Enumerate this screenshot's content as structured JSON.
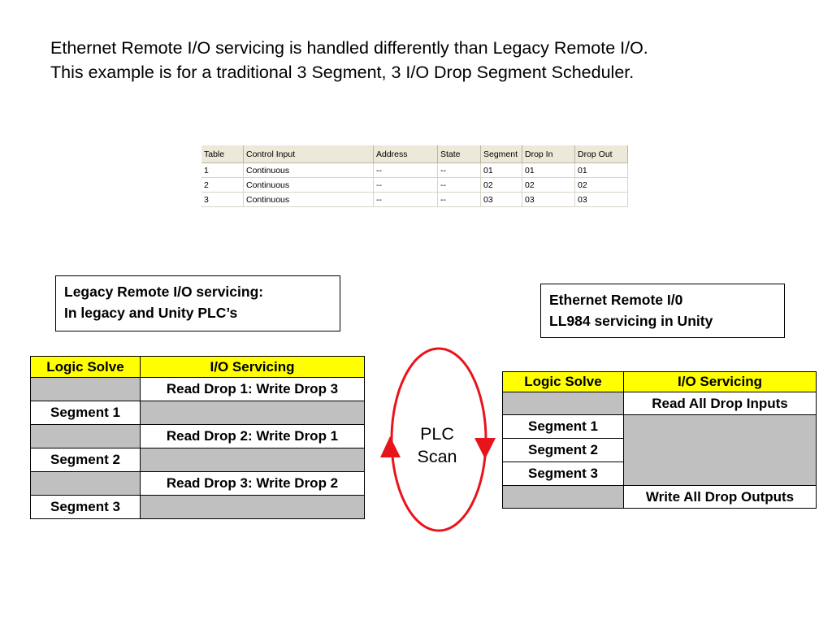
{
  "intro": {
    "line1": "Ethernet Remote I/O servicing is handled differently than Legacy Remote I/O.",
    "line2": "This example is for a traditional 3 Segment, 3 I/O Drop Segment Scheduler."
  },
  "scheduler": {
    "headers": [
      "Table",
      "Control Input",
      "Address",
      "State",
      "Segment",
      "Drop In",
      "Drop Out"
    ],
    "rows": [
      [
        "1",
        "Continuous",
        "--",
        "--",
        "01",
        "01",
        "01"
      ],
      [
        "2",
        "Continuous",
        "--",
        "--",
        "02",
        "02",
        "02"
      ],
      [
        "3",
        "Continuous",
        "--",
        "--",
        "03",
        "03",
        "03"
      ]
    ]
  },
  "legacy_box": {
    "line1": "Legacy Remote I/O servicing:",
    "line2": "In legacy and Unity PLC’s"
  },
  "ethernet_box": {
    "line1": "Ethernet Remote I/0",
    "line2": "LL984 servicing in Unity"
  },
  "legacy_table": {
    "col1": "Logic Solve",
    "col2": "I/O Servicing",
    "rows": [
      [
        "",
        "Read Drop 1: Write Drop 3"
      ],
      [
        "Segment 1",
        ""
      ],
      [
        "",
        "Read Drop 2: Write Drop 1"
      ],
      [
        "Segment 2",
        ""
      ],
      [
        "",
        "Read Drop 3: Write Drop 2"
      ],
      [
        "Segment 3",
        ""
      ]
    ]
  },
  "ethernet_table": {
    "col1": "Logic Solve",
    "col2": "I/O Servicing",
    "read_all": "Read All Drop Inputs",
    "segments": [
      "Segment 1",
      "Segment 2",
      "Segment 3"
    ],
    "write_all": "Write All Drop Outputs"
  },
  "scan": {
    "line1": "PLC",
    "line2": "Scan",
    "color": "#e8141c"
  },
  "colors": {
    "header_yellow": "#ffff00",
    "cell_gray": "#c0c0c0"
  }
}
